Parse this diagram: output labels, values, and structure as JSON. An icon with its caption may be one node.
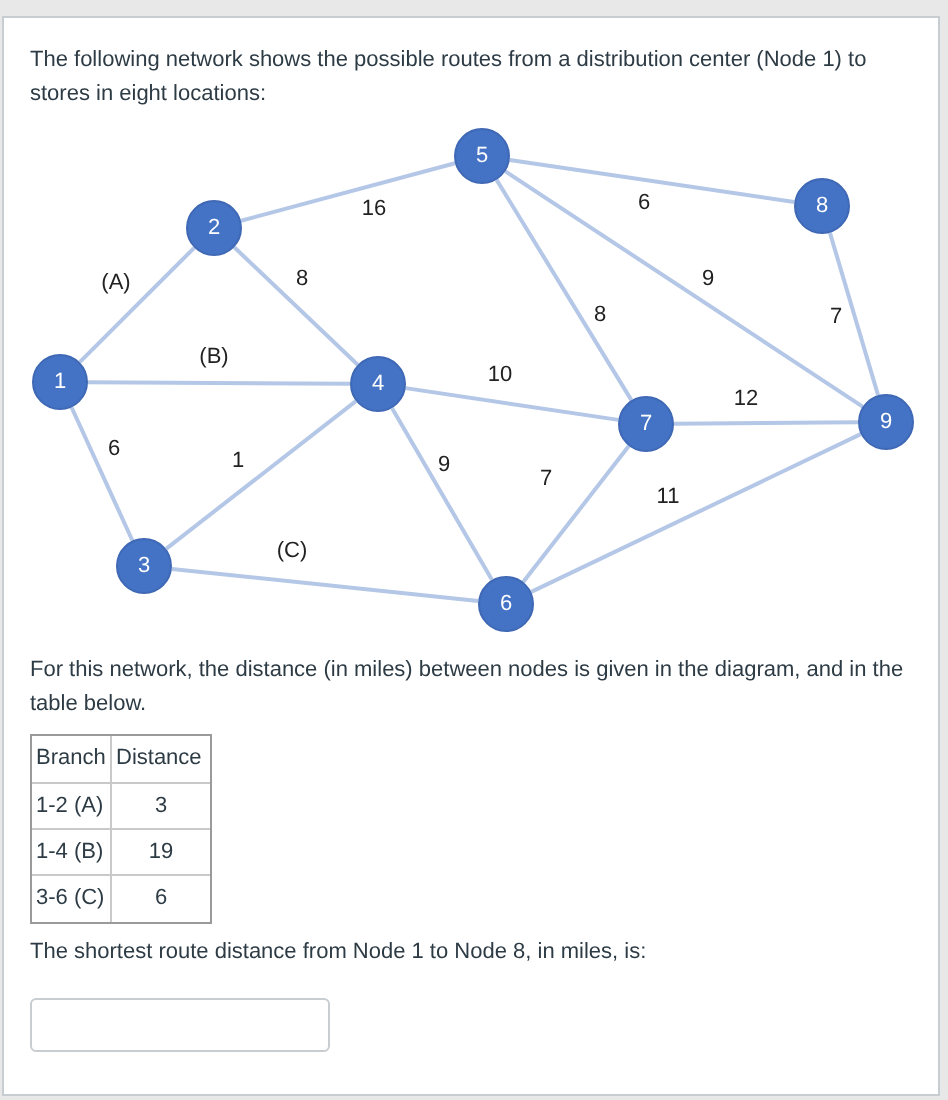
{
  "diagram": {
    "nodes": [
      {
        "text": [
          "1"
        ]
      },
      {
        "text": [
          "2"
        ]
      },
      {
        "text": [
          "3"
        ]
      },
      {
        "text": [
          "4"
        ]
      },
      {
        "text": [
          "5"
        ]
      },
      {
        "text": [
          "6"
        ]
      },
      {
        "text": [
          "7"
        ]
      },
      {
        "text": [
          "8"
        ]
      },
      {
        "text": [
          "9"
        ]
      }
    ],
    "edges": [
      {
        "from": 0,
        "to": 1,
        "arrow": "none",
        "label": "(A)"
      },
      {
        "from": 0,
        "to": 3,
        "arrow": "none",
        "label": "(B)"
      },
      {
        "from": 0,
        "to": 2,
        "arrow": "none",
        "label": "6"
      },
      {
        "from": 1,
        "to": 4,
        "arrow": "none",
        "label": "16"
      },
      {
        "from": 1,
        "to": 3,
        "arrow": "none",
        "label": "8"
      },
      {
        "from": 2,
        "to": 3,
        "arrow": "none",
        "label": "1"
      },
      {
        "from": 2,
        "to": 5,
        "arrow": "none",
        "label": "(C)"
      },
      {
        "from": 3,
        "to": 6,
        "arrow": "none",
        "label": "10"
      },
      {
        "from": 3,
        "to": 5,
        "arrow": "none",
        "label": "9"
      },
      {
        "from": 4,
        "to": 7,
        "arrow": "none",
        "label": "6"
      },
      {
        "from": 4,
        "to": 6,
        "arrow": "none",
        "label": "8"
      },
      {
        "from": 4,
        "to": 8,
        "arrow": "none",
        "label": "9"
      },
      {
        "from": 7,
        "to": 8,
        "arrow": "none",
        "label": "7"
      },
      {
        "from": 6,
        "to": 8,
        "arrow": "none",
        "label": "12"
      },
      {
        "from": 6,
        "to": 5,
        "arrow": "none",
        "label": "7"
      },
      {
        "from": 5,
        "to": 8,
        "arrow": "none",
        "label": "11"
      }
    ],
    "labels": [
      "The following network shows the possible routes from a distribution center (Node 1) to stores in eight locations:",
      "For this network, the distance (in miles) between nodes is given in the diagram, and in the table below.",
      "Branch",
      "Distance",
      "1-2 (A)",
      "3",
      "1-4 (B)",
      "19",
      "3-6 (C)",
      "6",
      "The shortest route distance from Node 1 to Node 8, in miles, is:"
    ]
  }
}
